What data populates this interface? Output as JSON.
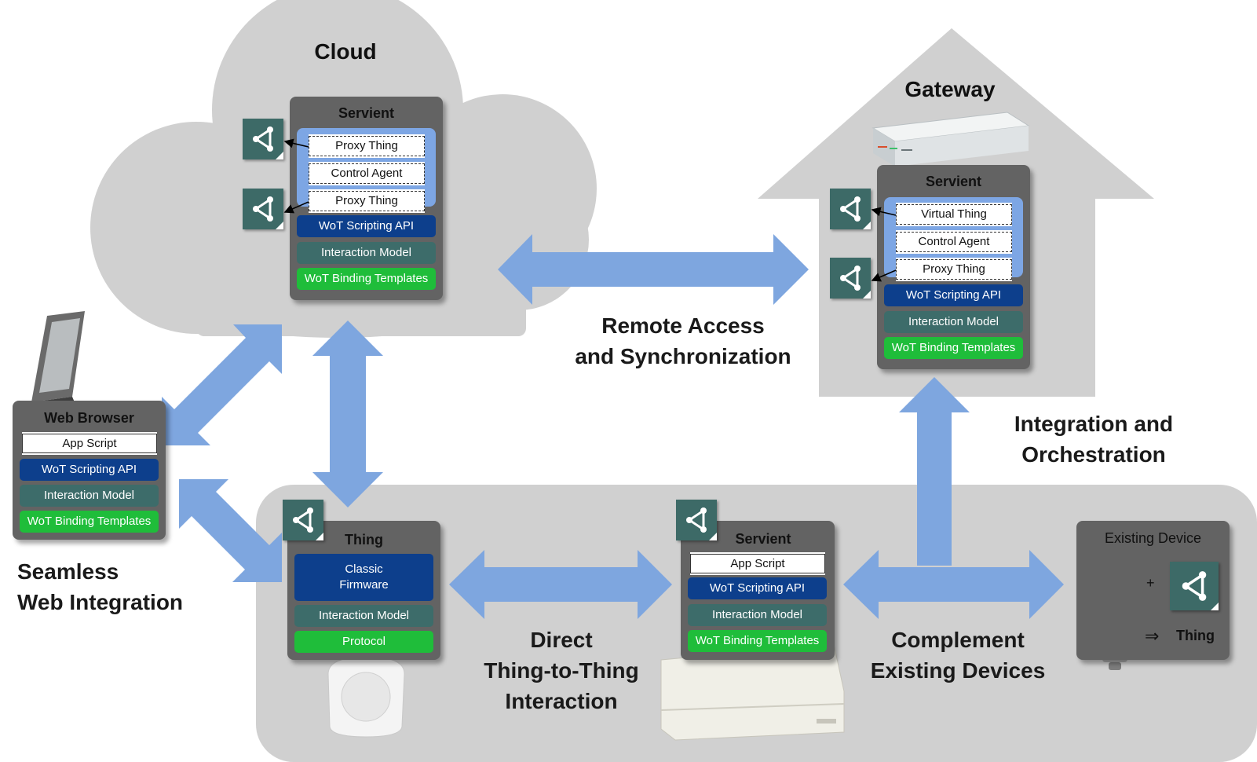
{
  "regions": {
    "cloud": "Cloud",
    "gateway": "Gateway"
  },
  "captions": {
    "remote_access": [
      "Remote Access",
      "and Synchronization"
    ],
    "integration": [
      "Integration and",
      "Orchestration"
    ],
    "seamless": [
      "Seamless",
      "Web Integration"
    ],
    "direct": [
      "Direct",
      "Thing-to-Thing",
      "Interaction"
    ],
    "complement": [
      "Complement",
      "Existing Devices"
    ]
  },
  "cloud_servient": {
    "title": "Servient",
    "scripts": [
      "Proxy Thing",
      "Control Agent",
      "Proxy Thing"
    ],
    "layers": [
      "WoT Scripting API",
      "Interaction Model",
      "WoT Binding Templates"
    ]
  },
  "gateway_servient": {
    "title": "Servient",
    "scripts": [
      "Virtual Thing",
      "Control Agent",
      "Proxy Thing"
    ],
    "layers": [
      "WoT Scripting API",
      "Interaction Model",
      "WoT Binding Templates"
    ]
  },
  "web_browser": {
    "title": "Web Browser",
    "script": "App Script",
    "layers": [
      "WoT Scripting API",
      "Interaction Model",
      "WoT Binding Templates"
    ]
  },
  "thing": {
    "title": "Thing",
    "firmware": [
      "Classic",
      "Firmware"
    ],
    "layers": [
      "Interaction Model",
      "Protocol"
    ]
  },
  "device_servient": {
    "title": "Servient",
    "script": "App Script",
    "layers": [
      "WoT Scripting API",
      "Interaction Model",
      "WoT Binding Templates"
    ]
  },
  "existing_device": {
    "title": "Existing Device",
    "plus": "+",
    "implies": "⇒",
    "result": "Thing"
  },
  "colors": {
    "region_gray": "#d0d0d0",
    "stack_gray": "#636363",
    "app_blue": "#7da6e4",
    "api_navy": "#0d3f8c",
    "model_teal": "#3d6c6a",
    "binding_green": "#1fbd3a",
    "arrow_blue": "#7ea6df",
    "td_icon": "#3d6a67"
  },
  "icons": [
    "thing-description-icon",
    "gateway-router-image",
    "tablet-image",
    "motion-sensor-image",
    "air-conditioner-image",
    "light-bulb-image"
  ]
}
